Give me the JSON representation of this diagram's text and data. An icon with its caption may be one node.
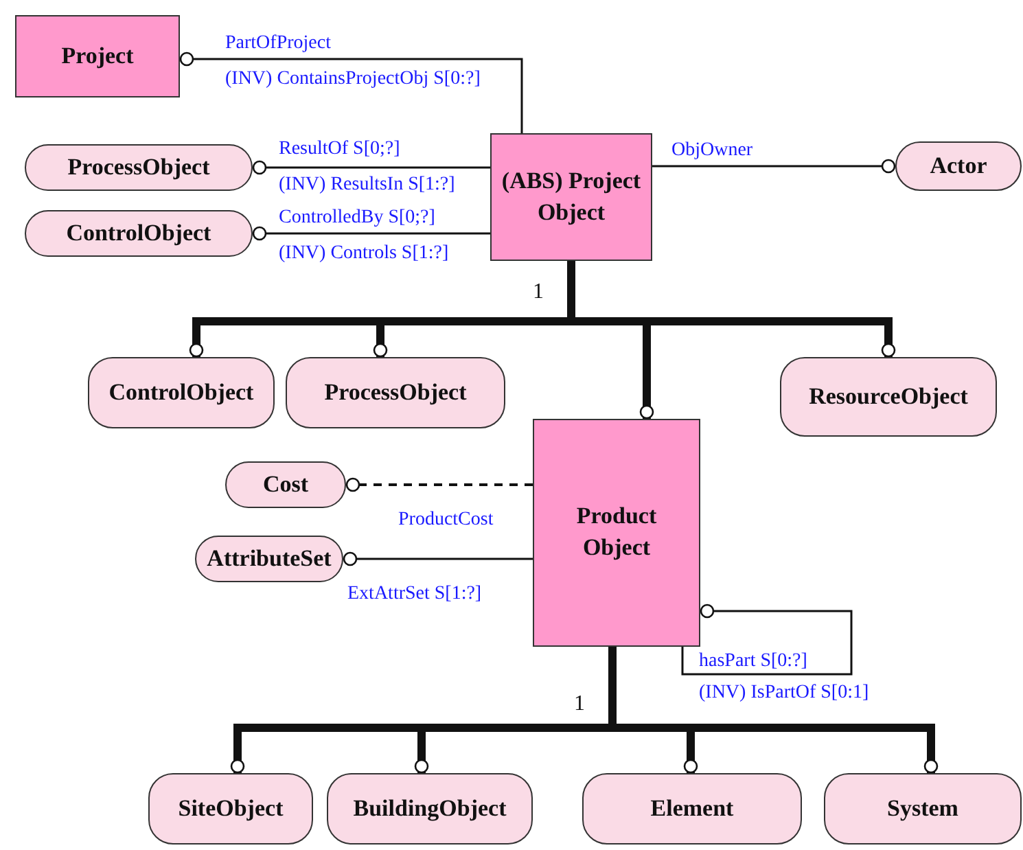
{
  "diagram": {
    "nodes": [
      {
        "text": [
          "Project"
        ]
      },
      {
        "text": [
          "ProcessObject"
        ]
      },
      {
        "text": [
          "ControlObject"
        ]
      },
      {
        "text": [
          "(ABS) Project Object"
        ]
      },
      {
        "text": [
          "Actor"
        ]
      },
      {
        "text": [
          "ControlObject"
        ]
      },
      {
        "text": [
          "ProcessObject"
        ]
      },
      {
        "text": [
          "ResourceObject"
        ]
      },
      {
        "text": [
          "Product Object"
        ]
      },
      {
        "text": [
          "Cost"
        ]
      },
      {
        "text": [
          "AttributeSet"
        ]
      },
      {
        "text": [
          "SiteObject"
        ]
      },
      {
        "text": [
          "BuildingObject"
        ]
      },
      {
        "text": [
          "Element"
        ]
      },
      {
        "text": [
          "System"
        ]
      }
    ],
    "edges": [
      {
        "from": 3,
        "to": 0,
        "arrow": "other",
        "label": "PartOfProject"
      },
      {
        "from": 3,
        "to": 1,
        "arrow": "other",
        "label": "ResultOf S[0;?]"
      },
      {
        "from": 3,
        "to": 2,
        "arrow": "other",
        "label": "ControlledBy S[0;?]"
      },
      {
        "from": 3,
        "to": 4,
        "arrow": "other",
        "label": "ObjOwner"
      },
      {
        "from": 3,
        "to": 5,
        "arrow": "other"
      },
      {
        "from": 3,
        "to": 6,
        "arrow": "other"
      },
      {
        "from": 3,
        "to": 8,
        "arrow": "other"
      },
      {
        "from": 3,
        "to": 7,
        "arrow": "other"
      },
      {
        "from": 8,
        "to": 9,
        "arrow": "other",
        "style": "dashed",
        "label": "ProductCost"
      },
      {
        "from": 8,
        "to": 10,
        "arrow": "other",
        "label": "ExtAttrSet S[1:?]"
      },
      {
        "from": 8,
        "to": 8,
        "arrow": "other",
        "label": "hasPart S[0:?]"
      },
      {
        "from": 8,
        "to": 11,
        "arrow": "other"
      },
      {
        "from": 8,
        "to": 12,
        "arrow": "other"
      },
      {
        "from": 8,
        "to": 13,
        "arrow": "other"
      },
      {
        "from": 8,
        "to": 14,
        "arrow": "other"
      }
    ],
    "labels": [
      "(INV) ContainsProjectObj S[0:?]",
      "(INV) ResultsIn S[1:?]",
      "(INV) Controls S[1:?]",
      "1",
      "(INV) IsPartOf S[0:1]",
      "1"
    ]
  }
}
